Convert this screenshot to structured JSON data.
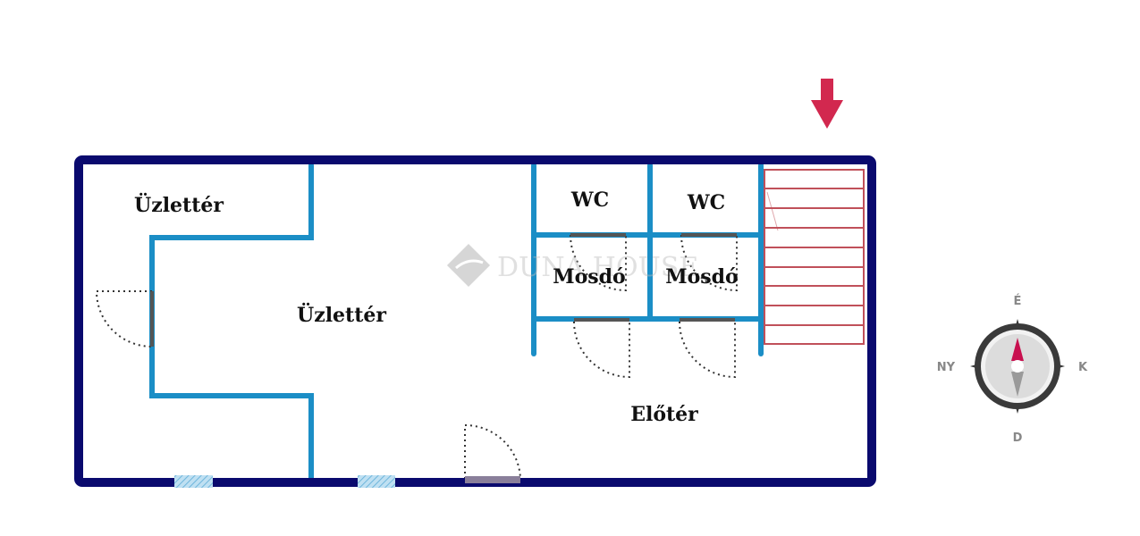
{
  "rooms": [
    {
      "label": "Üzlettér"
    },
    {
      "label": "Üzlettér"
    },
    {
      "label": "WC"
    },
    {
      "label": "WC"
    },
    {
      "label": "Mosdó"
    },
    {
      "label": "Mosdó"
    },
    {
      "label": "Előtér"
    }
  ],
  "watermark": "DUNA HOUSE",
  "compass": {
    "north": "É",
    "east": "K",
    "south": "D",
    "west": "NY"
  },
  "colors": {
    "outer_wall": "#0a0a6e",
    "inner_wall": "#1b8ec6",
    "stairs": "#c0505a",
    "arrow": "#d2284f",
    "compass_needle": "#c8104f"
  }
}
